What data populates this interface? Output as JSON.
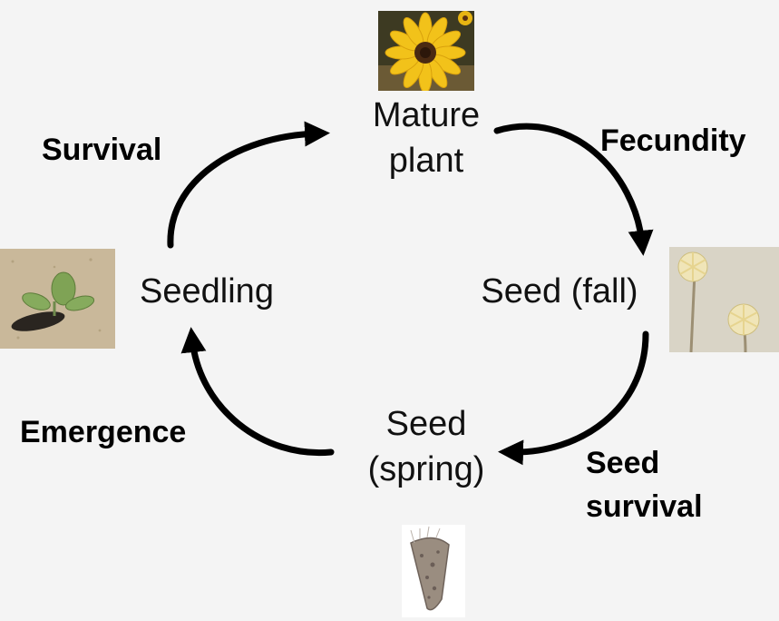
{
  "stages": {
    "mature_plant": [
      "Mature",
      "plant"
    ],
    "seed_fall": "Seed (fall)",
    "seed_spring": [
      "Seed",
      "(spring)"
    ],
    "seedling": "Seedling"
  },
  "transitions": {
    "survival": "Survival",
    "fecundity": "Fecundity",
    "seed_survival": [
      "Seed",
      "survival"
    ],
    "emergence": "Emergence"
  },
  "colors": {
    "background": "#f4f4f4",
    "arrow": "#000000",
    "text": "#111111"
  }
}
